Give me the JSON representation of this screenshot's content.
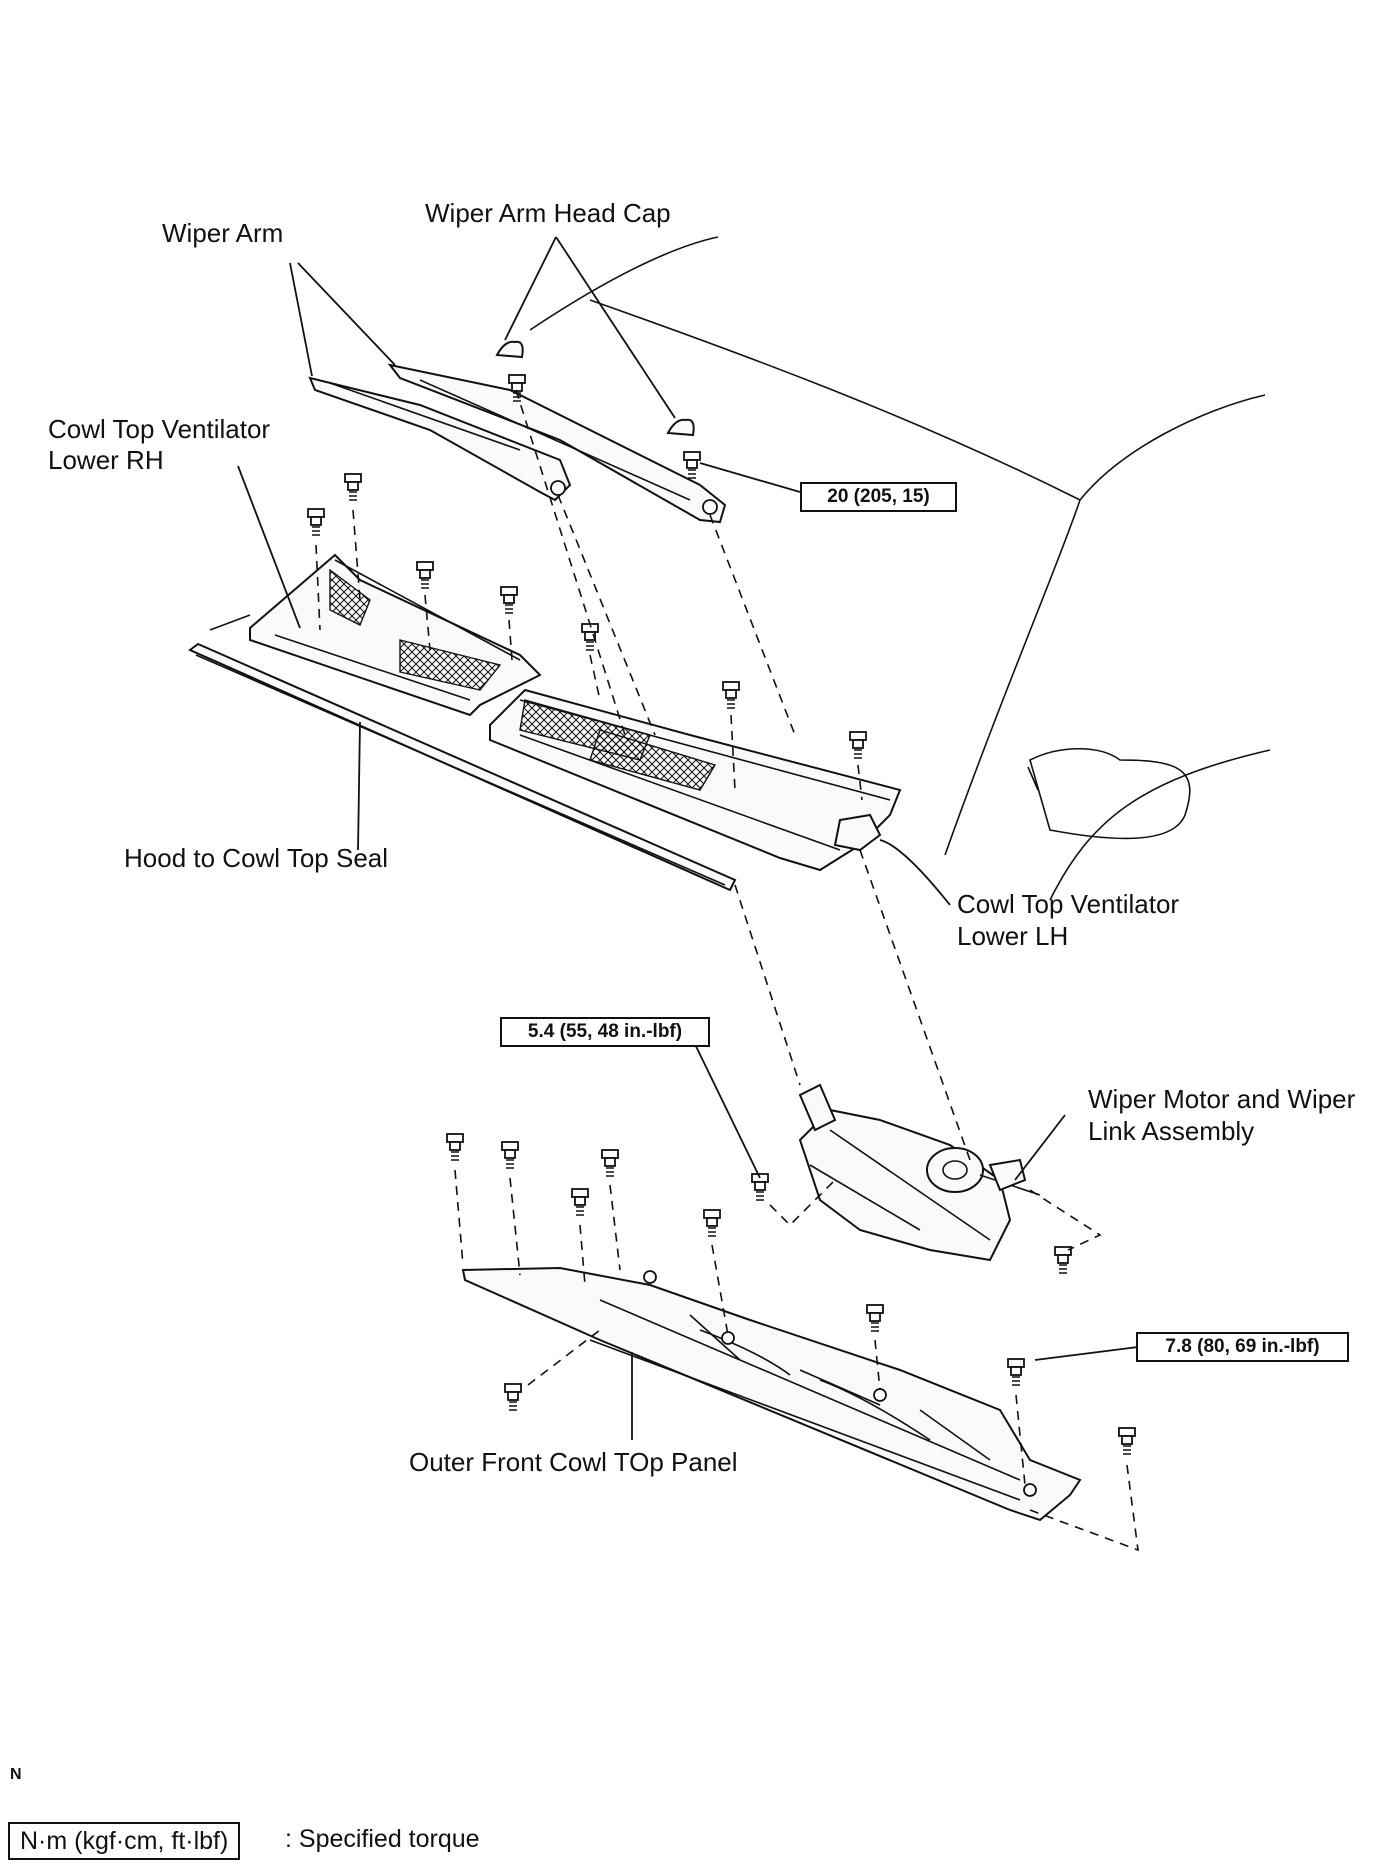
{
  "labels": {
    "wiper_arm": "Wiper Arm",
    "wiper_arm_head_cap": "Wiper Arm Head Cap",
    "cowl_top_ventilator_lower_rh_line1": "Cowl Top Ventilator",
    "cowl_top_ventilator_lower_rh_line2": "Lower RH",
    "hood_to_cowl_top_seal": "Hood to Cowl Top Seal",
    "cowl_top_ventilator_lower_lh_line1": "Cowl Top Ventilator",
    "cowl_top_ventilator_lower_lh_line2": "Lower LH",
    "wiper_motor_line1": "Wiper Motor and Wiper",
    "wiper_motor_line2": "Link Assembly",
    "outer_front_cowl_top_panel": "Outer Front Cowl TOp Panel"
  },
  "torque_specs": {
    "wiper_arm_nut": "20 (205, 15)",
    "wiper_motor_bolt": "5.4 (55, 48 in.-lbf)",
    "cowl_panel_bolt": "7.8 (80, 69 in.-lbf)"
  },
  "code": "N",
  "legend": {
    "unit_box": "N·m (kgf·cm, ft·lbf)",
    "description": ": Specified torque"
  }
}
